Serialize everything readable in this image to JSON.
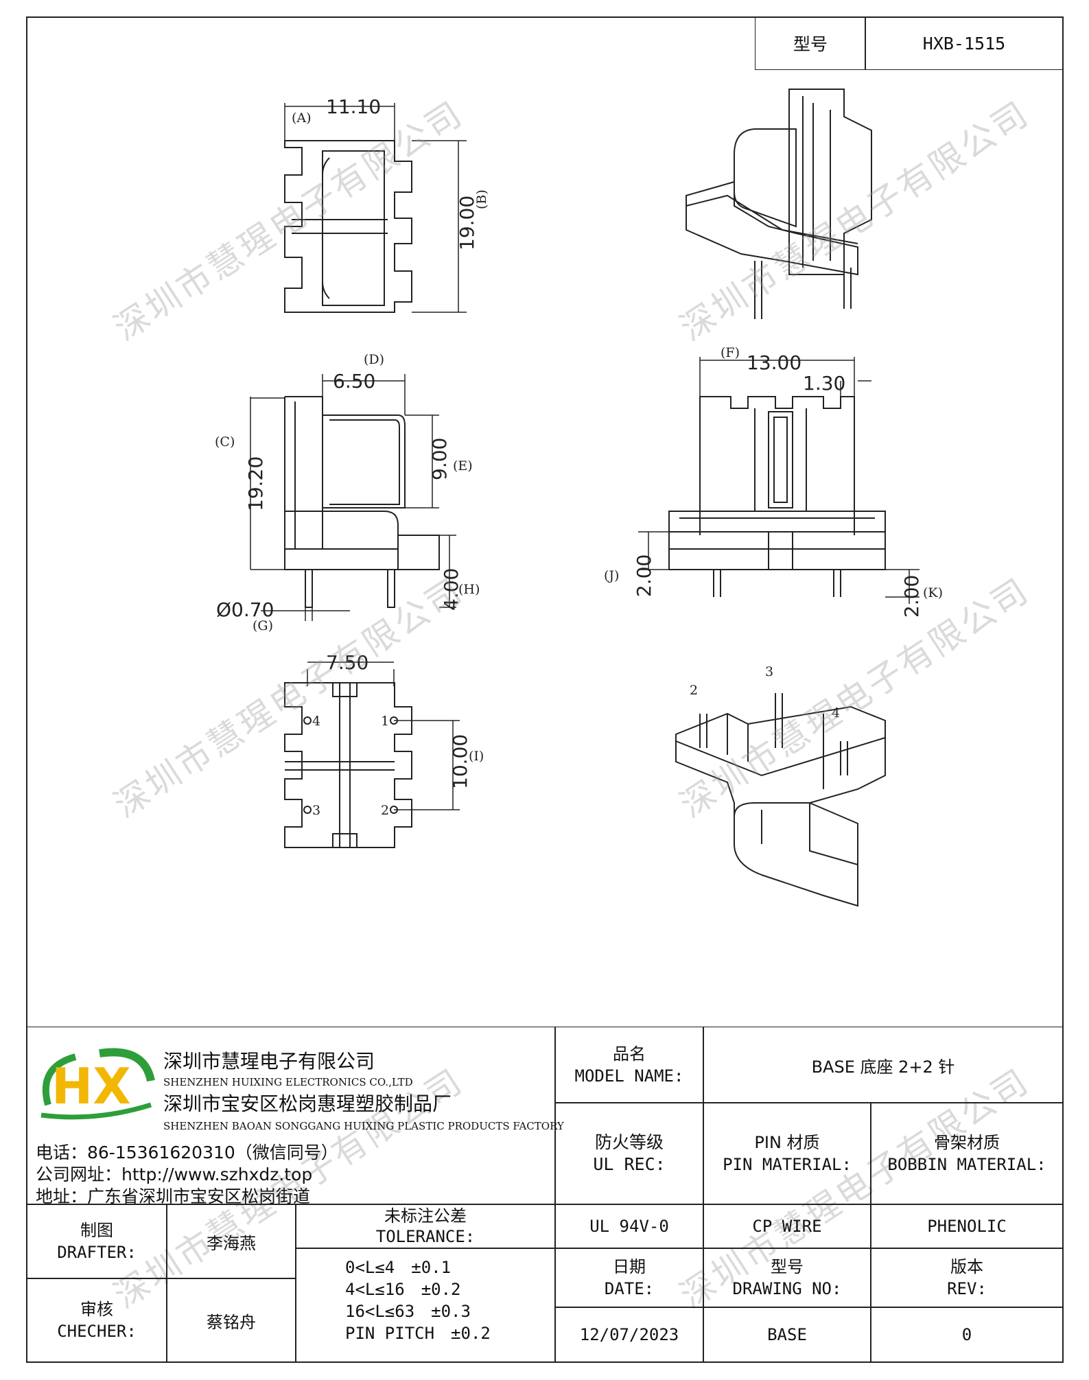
{
  "header": {
    "model_label": "型号",
    "model_value": "HXB-1515"
  },
  "watermark": "深圳市慧瑆电子有限公司",
  "logo": {
    "letters": "HX",
    "colors": {
      "h": "#f2b705",
      "x": "#2e9e3a"
    }
  },
  "dimensions": {
    "top_view": {
      "a_value": "11.10",
      "a_label": "(A)",
      "b_value": "19.00",
      "b_label": "(B)"
    },
    "side_view": {
      "c_value": "19.20",
      "c_label": "(C)",
      "d_value": "6.50",
      "d_label": "(D)",
      "e_value": "9.00",
      "e_label": "(E)",
      "g_value": "Ø0.70",
      "g_label": "(G)",
      "h_value": "4.00",
      "h_label": "(H)"
    },
    "front_view": {
      "f_value": "13.00",
      "f_label": "(F)",
      "w_value": "1.30",
      "j_value": "2.00",
      "j_label": "(J)",
      "k_value": "2.00",
      "k_label": "(K)"
    },
    "bottom_view": {
      "pitch_value": "7.50",
      "i_value": "10.00",
      "i_label": "(I)",
      "pins": [
        "1",
        "2",
        "3",
        "4"
      ]
    },
    "iso_bottom_pins": [
      "2",
      "3",
      "4"
    ]
  },
  "company": {
    "name_cn": "深圳市慧瑆电子有限公司",
    "name_en": "SHENZHEN HUIXING ELECTRONICS CO.,LTD",
    "factory_cn": "深圳市宝安区松岗惠瑆塑胶制品厂",
    "factory_en": "SHENZHEN BAOAN SONGGANG HUIXING PLASTIC PRODUCTS FACTORY",
    "phone": "电话：86-15361620310（微信同号）",
    "website": "公司网址：http://www.szhxdz.top",
    "address": "地址：广东省深圳市宝安区松岗街道"
  },
  "title_block": {
    "model_name_cn": "品名",
    "model_name_en": "MODEL NAME:",
    "model_name_value": "BASE 底座 2+2 针",
    "ul_cn": "防火等级",
    "ul_en": "UL REC:",
    "pin_mat_cn": "PIN 材质",
    "pin_mat_en": "PIN MATERIAL:",
    "bobbin_mat_cn": "骨架材质",
    "bobbin_mat_en": "BOBBIN MATERIAL:",
    "ul_value": "UL 94V-0",
    "pin_mat_value": "CP WIRE",
    "bobbin_mat_value": "PHENOLIC",
    "date_cn": "日期",
    "date_en": "DATE:",
    "date_value": "12/07/2023",
    "drawing_cn": "型号",
    "drawing_en": "DRAWING NO:",
    "drawing_value": "BASE",
    "rev_cn": "版本",
    "rev_en": "REV:",
    "rev_value": "0",
    "drafter_cn": "制图",
    "drafter_en": "DRAFTER:",
    "drafter_name": "李海燕",
    "checker_cn": "审核",
    "checker_en": "CHECHER:",
    "checker_name": "蔡铭舟",
    "tolerance_cn": "未标注公差",
    "tolerance_en": "TOLERANCE:",
    "tolerance_rows": [
      "0<L≤4　±0.1",
      "4<L≤16　±0.2",
      "16<L≤63　±0.3",
      "PIN PITCH　±0.2"
    ]
  }
}
